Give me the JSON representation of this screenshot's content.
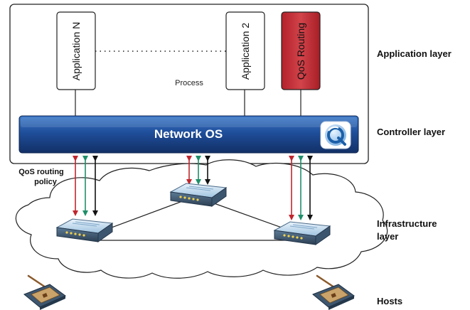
{
  "apps": {
    "app_n": "Application N",
    "app_2": "Application 2",
    "qos": "QoS Routing"
  },
  "process_label": "Process",
  "network_os": "Network OS",
  "policy_label": [
    "QoS routing",
    "policy"
  ],
  "layers": {
    "application": "Application layer",
    "controller": "Controller layer",
    "infrastructure": [
      "Infrastructure",
      "layer"
    ],
    "hosts": "Hosts"
  },
  "colors": {
    "app_box_fill": "#ffffff",
    "qos_box_fill": "#c0262e",
    "network_os_bar": "#1f4e9a",
    "arrow_red": "#c0262e",
    "arrow_green": "#1f8f6a",
    "arrow_black": "#111111"
  },
  "icons": {
    "controller_logo": "controller-logo-icon",
    "switch": "network-switch-icon",
    "host": "pda-host-icon"
  }
}
